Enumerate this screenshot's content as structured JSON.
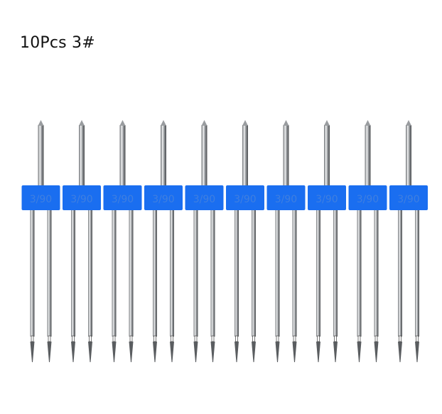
{
  "title": "10Pcs 3#",
  "needle_label": "3/90",
  "needle_count": 10,
  "colors": {
    "block": "#1a6ef0",
    "label": "#3f7fe0",
    "steel_dark": "#55585c",
    "steel_light": "#e4e6e8"
  }
}
